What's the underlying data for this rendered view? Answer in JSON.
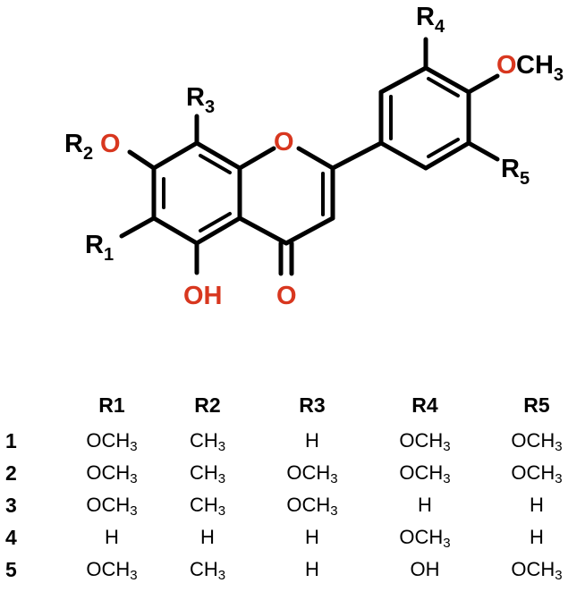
{
  "structure": {
    "atoms": {
      "ring_oxygen": "O",
      "carbonyl_oxygen": "O",
      "hydroxyl": "OH",
      "methoxy": "OCH3",
      "r1": "R1",
      "r2o": "R2O",
      "r3": "R3",
      "r4": "R4",
      "r5": "R5"
    },
    "colors": {
      "heteroatom": "#d8371f",
      "bond": "#000000"
    }
  },
  "table": {
    "headers": [
      "R1",
      "R2",
      "R3",
      "R4",
      "R5"
    ],
    "rows": [
      {
        "id": "1",
        "values": [
          "OCH3",
          "CH3",
          "H",
          "OCH3",
          "OCH3"
        ]
      },
      {
        "id": "2",
        "values": [
          "OCH3",
          "CH3",
          "OCH3",
          "OCH3",
          "OCH3"
        ]
      },
      {
        "id": "3",
        "values": [
          "OCH3",
          "CH3",
          "OCH3",
          "H",
          "H"
        ]
      },
      {
        "id": "4",
        "values": [
          "H",
          "H",
          "H",
          "OCH3",
          "H"
        ]
      },
      {
        "id": "5",
        "values": [
          "OCH3",
          "CH3",
          "H",
          "OH",
          "OCH3"
        ]
      }
    ]
  }
}
